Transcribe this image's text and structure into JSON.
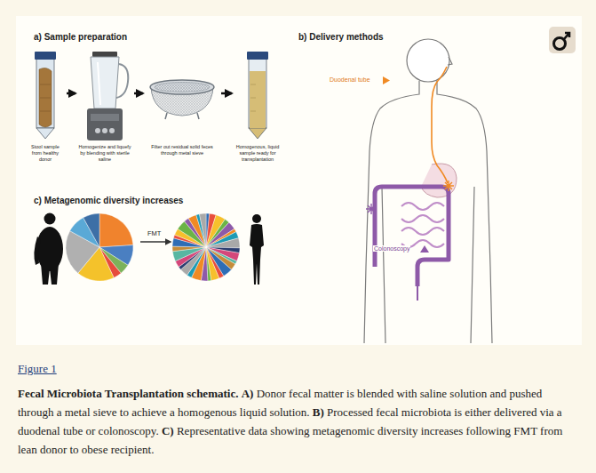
{
  "diagram": {
    "caption": "Fecal Microbiota Transplantation schematic. A) Donor fecal matter is blended with saline solution and pushed through a metal sieve to achieve a homogenous liquid solution. B) Processed fecal microbiota is either delivered via a duodenal tube or colonoscopy. C) Representative data showing metagenomic diversity increases following FMT from lean donor to obese recipient.",
    "nodes": [
      {
        "text": [
          "Stool sample from healthy donor"
        ]
      },
      {
        "text": [
          "Homogenize and liquefy by blending with sterile saline"
        ]
      },
      {
        "text": [
          "Filter out residual solid feces through metal sieve"
        ]
      },
      {
        "text": [
          "Homogenous, liquid sample ready for transplantation"
        ]
      }
    ],
    "edges": [
      {
        "from": 0,
        "to": 1,
        "arrow": "to"
      },
      {
        "from": 1,
        "to": 2,
        "arrow": "to"
      },
      {
        "from": 2,
        "to": 3,
        "arrow": "to"
      }
    ],
    "labels": [
      "a) Sample preparation",
      "b) Delivery methods",
      "Duodenal tube",
      "Colonoscopy",
      "c) Metagenomic diversity increases",
      "FMT",
      "Figure 1"
    ]
  }
}
